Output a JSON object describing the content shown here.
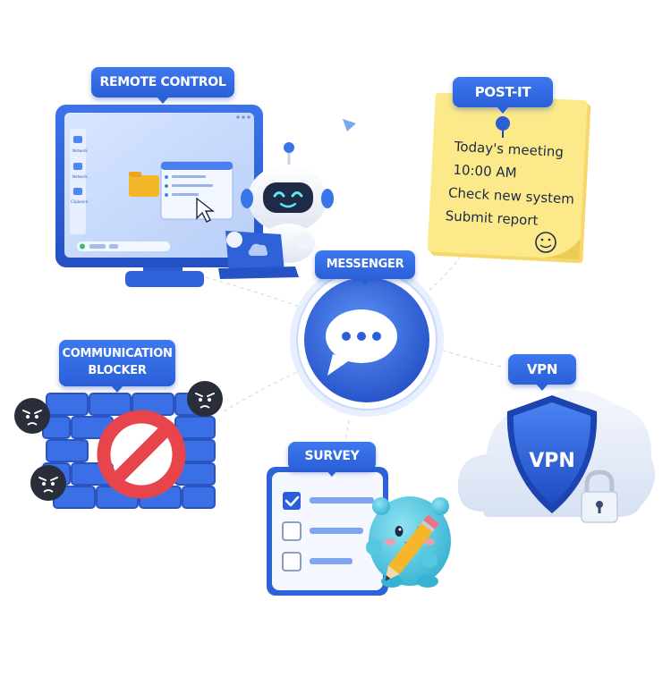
{
  "labels": {
    "remote_control": "REMOTE CONTROL",
    "post_it": "POST-IT",
    "messenger": "MESSENGER",
    "communication_blocker_line1": "COMMUNICATION",
    "communication_blocker_line2": "BLOCKER",
    "vpn_tag": "VPN",
    "vpn_shield": "VPN",
    "survey": "SURVEY"
  },
  "post_it_note": {
    "lines": [
      "Today's meeting",
      "10:00 AM",
      "Check new system",
      "Submit report"
    ]
  },
  "monitor": {
    "sidebar_items": [
      "Network",
      "Network",
      "Clipboard"
    ]
  },
  "colors": {
    "accent_blue": "#2a5fd8",
    "note_yellow": "#fbe98a",
    "block_red": "#e8444c",
    "survey_check": "#2a5fd8",
    "creature_teal": "#53c8e0"
  },
  "icons": {
    "monitor": "desktop-monitor-icon",
    "robot": "robot-mascot-icon",
    "chat": "chat-bubble-icon",
    "shield": "vpn-shield-icon",
    "lock": "padlock-icon",
    "wall": "brick-wall-icon",
    "blocked": "prohibited-icon",
    "survey": "checklist-icon",
    "pencil": "pencil-icon"
  },
  "survey": {
    "items": [
      {
        "checked": true
      },
      {
        "checked": false
      },
      {
        "checked": false
      }
    ]
  }
}
